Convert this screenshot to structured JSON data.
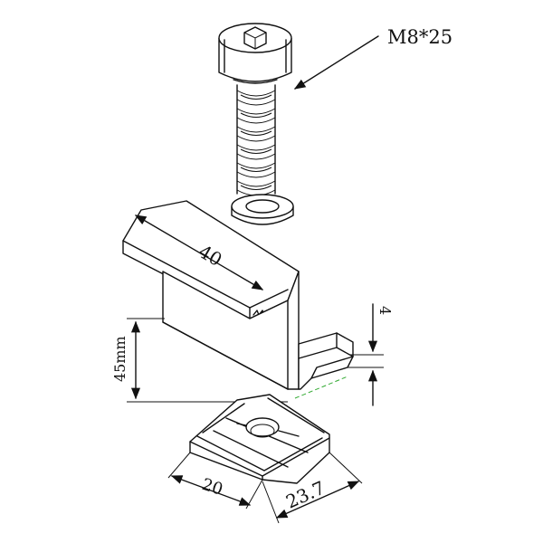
{
  "diagram": {
    "labels": {
      "bolt_spec": "M8*25",
      "clamp_length": "40",
      "height": "45mm",
      "lip_thickness": "4",
      "nut_width": "20",
      "nut_length": "23.7"
    },
    "colors": {
      "line": "#111111",
      "background": "#ffffff",
      "guide_dashed": "#33aa33"
    }
  }
}
